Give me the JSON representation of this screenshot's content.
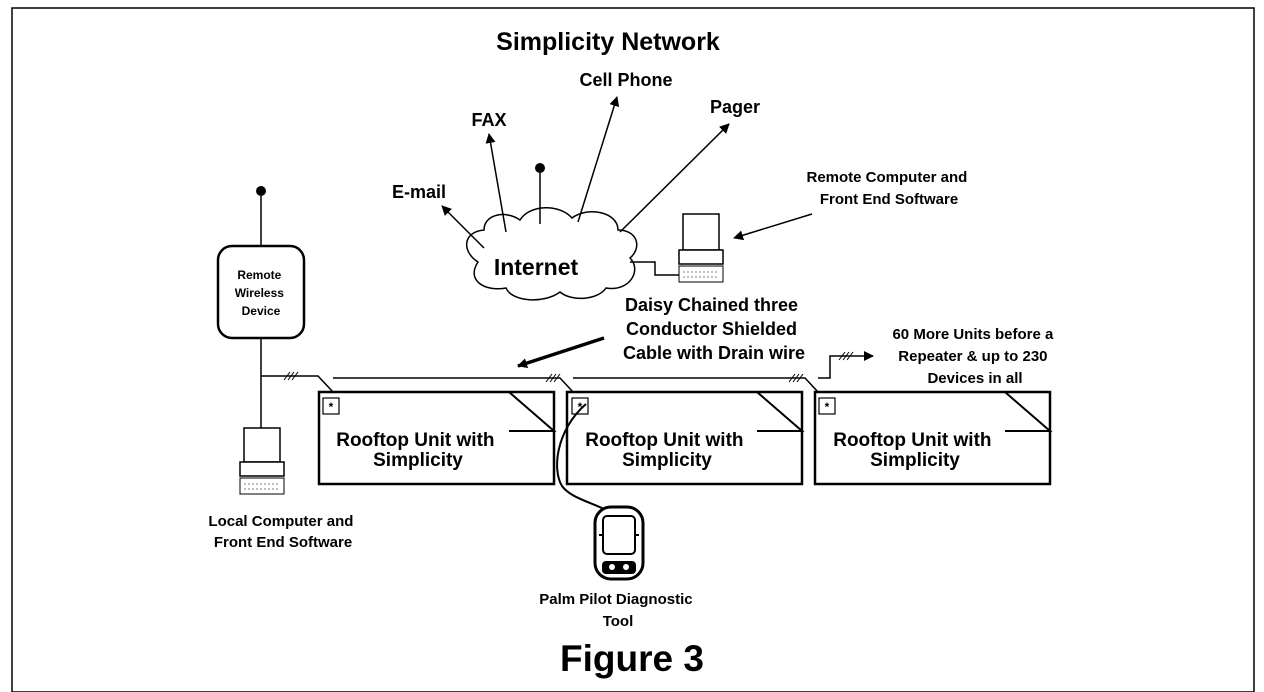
{
  "title": "Simplicity Network",
  "figure_label": "Figure 3",
  "internet": {
    "label": "Internet"
  },
  "outputs": {
    "email": "E-mail",
    "fax": "FAX",
    "cell_phone": "Cell Phone",
    "pager": "Pager"
  },
  "remote_computer": {
    "label_line1": "Remote Computer and",
    "label_line2": "Front End Software"
  },
  "remote_wireless": {
    "line1": "Remote",
    "line2": "Wireless",
    "line3": "Device"
  },
  "cable_note": {
    "line1": "Daisy Chained three",
    "line2": "Conductor Shielded",
    "line3": "Cable with Drain wire"
  },
  "more_units": {
    "line1": "60 More Units before a",
    "line2": "Repeater & up to 230",
    "line3": "Devices in all"
  },
  "units": [
    {
      "line1": "Rooftop Unit with",
      "line2": "Simplicity",
      "port": "*"
    },
    {
      "line1": "Rooftop Unit with",
      "line2": "Simplicity",
      "port": "*"
    },
    {
      "line1": "Rooftop Unit with",
      "line2": "Simplicity",
      "port": "*"
    }
  ],
  "local_computer": {
    "label_line1": "Local Computer and",
    "label_line2": "Front End Software"
  },
  "palm_pilot": {
    "label_line1": "Palm Pilot Diagnostic",
    "label_line2": "Tool"
  }
}
